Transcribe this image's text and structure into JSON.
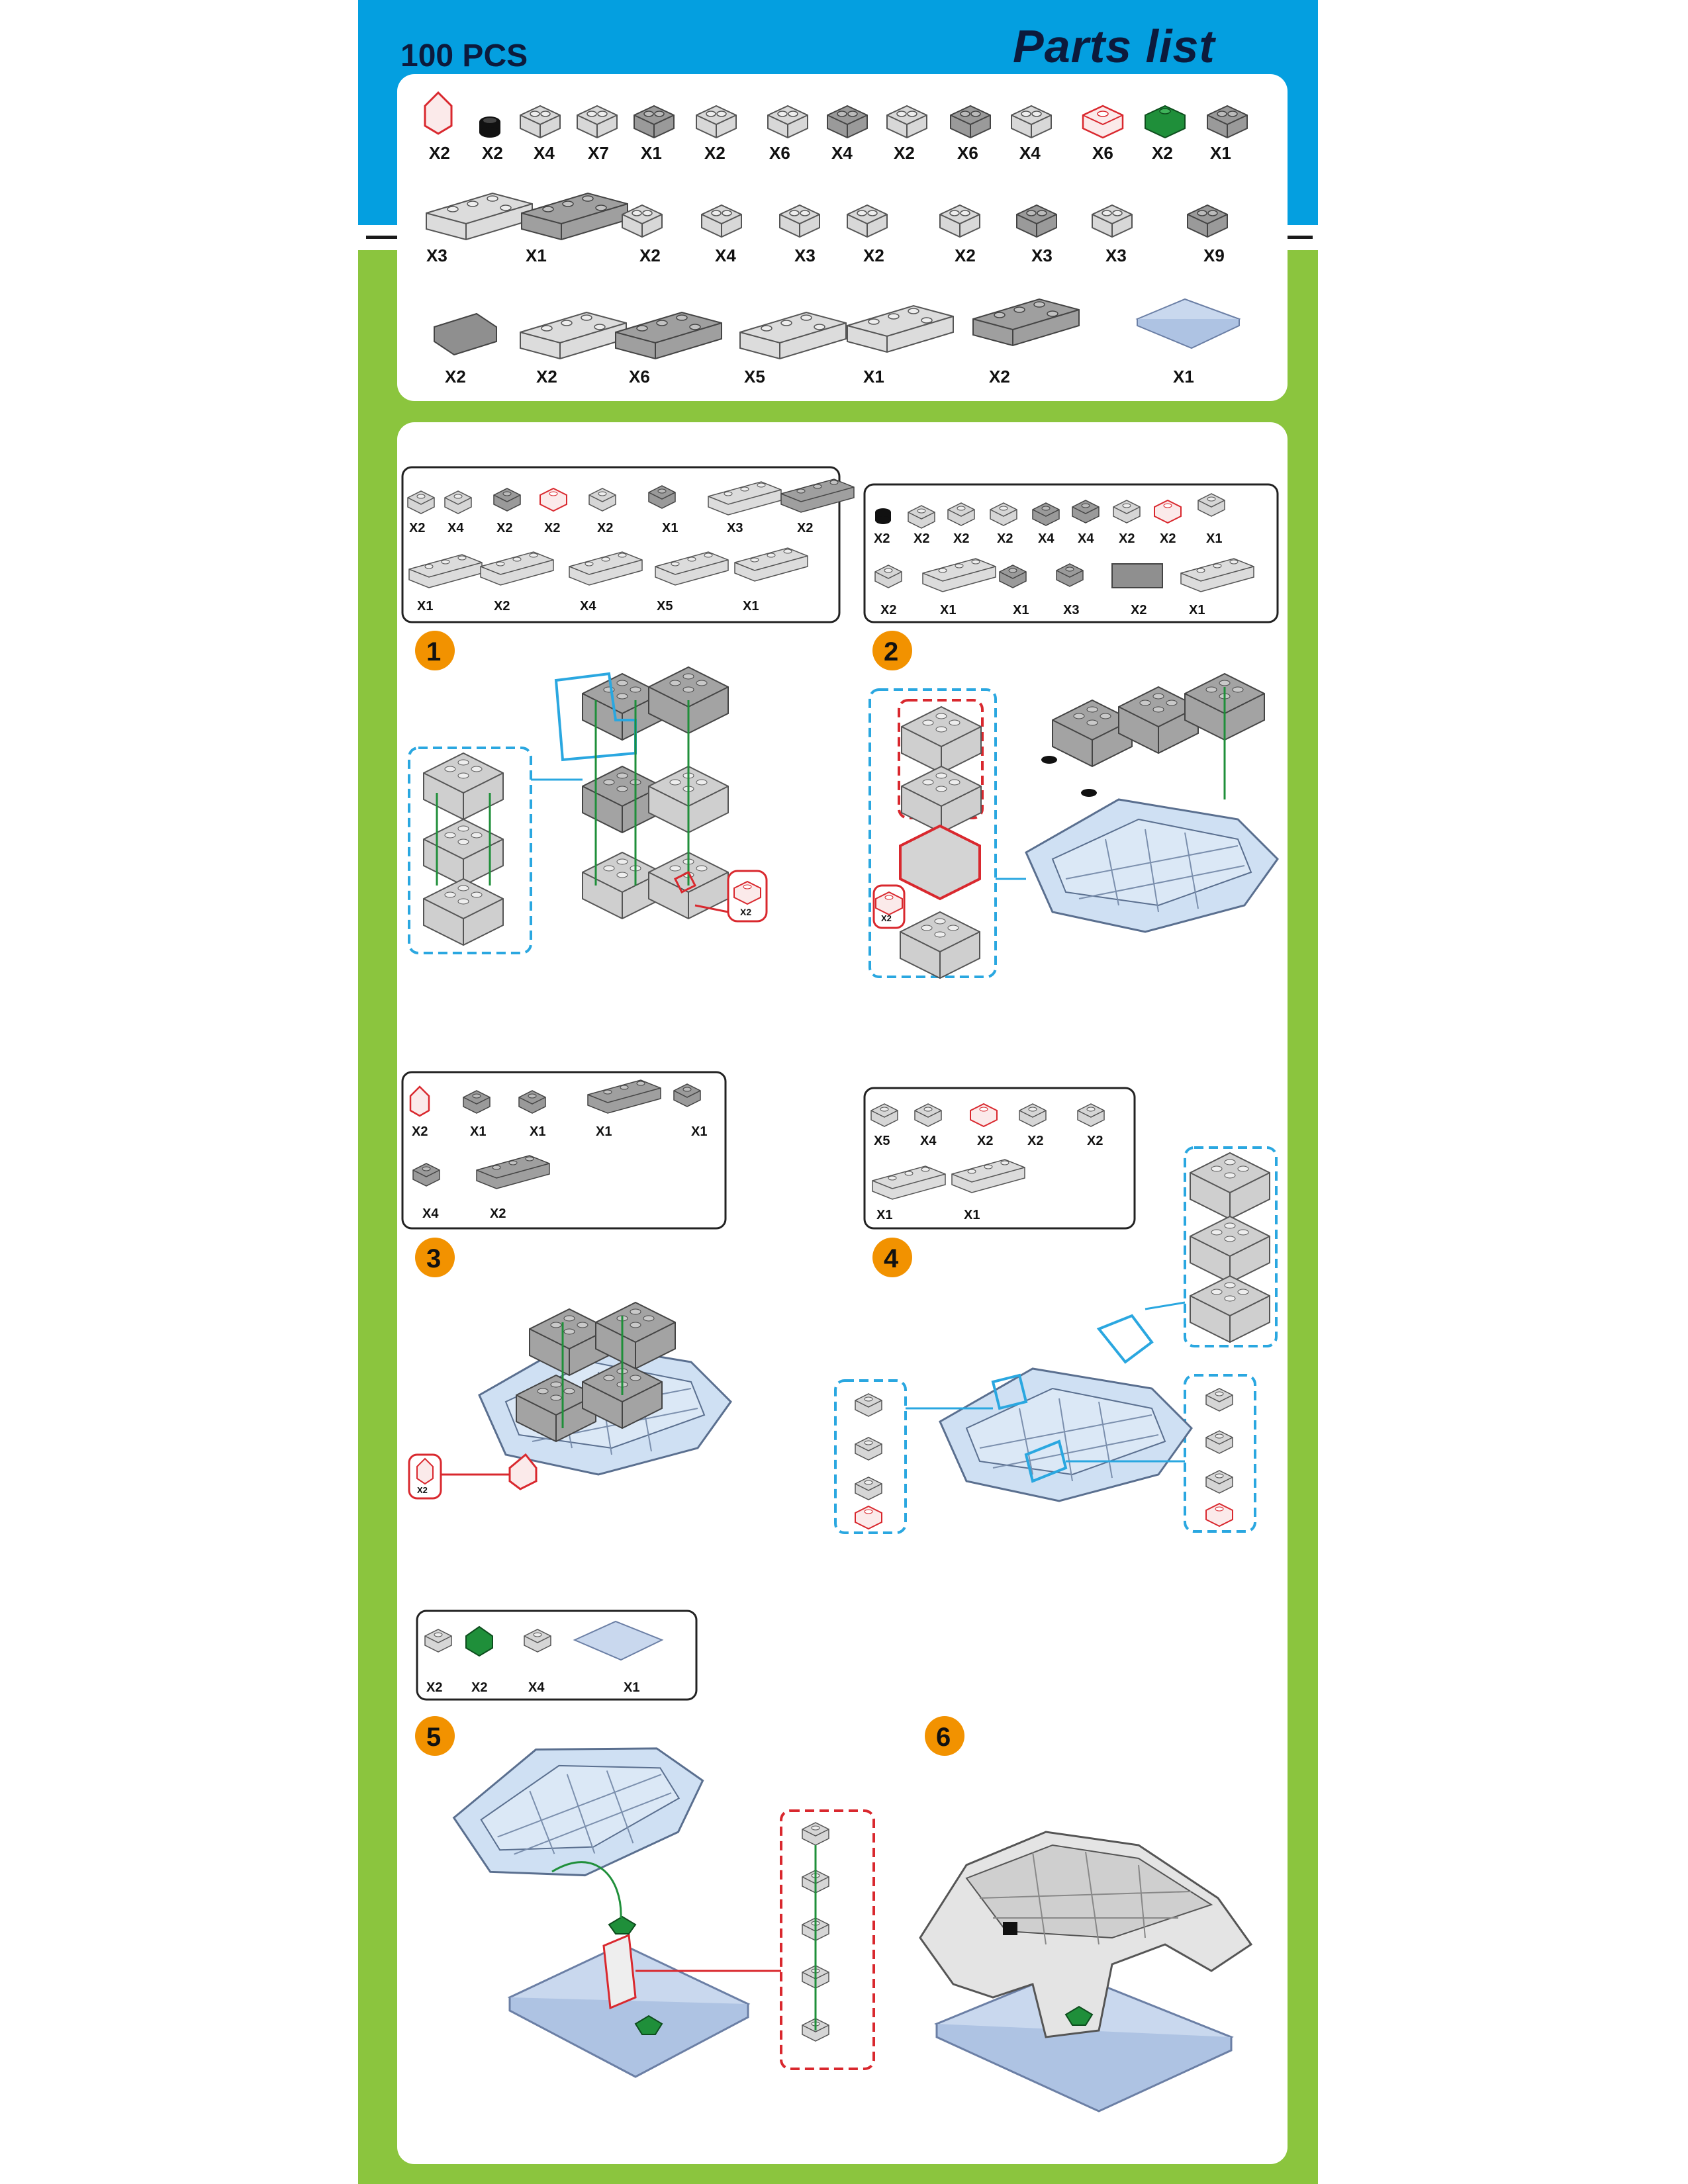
{
  "header": {
    "piece_count": "100 PCS",
    "title": "Parts list"
  },
  "colors": {
    "blue": "#049fe0",
    "green": "#8bc53e",
    "accent_red": "#d9282e",
    "accent_green": "#1f8f3a",
    "badge": "#f29200",
    "connector": "#2aa7e0"
  },
  "parts_list": [
    [
      "X2",
      "X2",
      "X4",
      "X7",
      "X1",
      "X2",
      "X6",
      "X4",
      "X2",
      "X6",
      "X4",
      "X6",
      "X2",
      "X1"
    ],
    [
      "X3",
      "X1",
      "X2",
      "X4",
      "X3",
      "X2",
      "X2",
      "X3",
      "X3",
      "X9"
    ],
    [
      "X2",
      "X2",
      "X6",
      "X5",
      "X1",
      "X2",
      "X1"
    ]
  ],
  "steps": [
    {
      "number": "1",
      "parts": [
        [
          "X2",
          "X4",
          "X2",
          "X2",
          "X2",
          "X1",
          "X3",
          "X2"
        ],
        [
          "X1",
          "X2",
          "X4",
          "X5",
          "X1"
        ]
      ],
      "callout": "X2"
    },
    {
      "number": "2",
      "parts": [
        [
          "X2",
          "X2",
          "X2",
          "X2",
          "X4",
          "X4",
          "X2",
          "X2",
          "X1"
        ],
        [
          "X2",
          "X1",
          "X1",
          "X3",
          "X2",
          "X1"
        ]
      ],
      "callout": "X2"
    },
    {
      "number": "3",
      "parts": [
        [
          "X2",
          "X1",
          "X1",
          "X1",
          "X1"
        ],
        [
          "X4",
          "X2"
        ]
      ],
      "callout": "X2"
    },
    {
      "number": "4",
      "parts": [
        [
          "X5",
          "X4",
          "X2",
          "X2",
          "X2"
        ],
        [
          "X1",
          "X1"
        ]
      ]
    },
    {
      "number": "5",
      "parts": [
        [
          "X2",
          "X2",
          "X4",
          "X1"
        ]
      ]
    },
    {
      "number": "6"
    }
  ]
}
